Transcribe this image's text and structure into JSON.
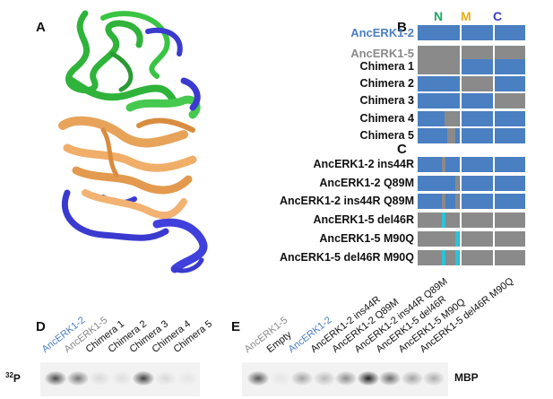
{
  "panels": {
    "a": "A",
    "b": "B",
    "c": "C",
    "d": "D",
    "e": "E"
  },
  "domains": [
    {
      "label": "N",
      "color": "#1aa56a"
    },
    {
      "label": "M",
      "color": "#e8b01c"
    },
    {
      "label": "C",
      "color": "#3a3acc"
    }
  ],
  "colors": {
    "erk2": "#4a7fc1",
    "erk5": "#8a8a8a",
    "mutation": "#29c4d8"
  },
  "rows_b": [
    {
      "label": "AncERK1-2",
      "style": "erk2",
      "segs": [
        "erk2",
        "erk2",
        "erk2"
      ]
    },
    {
      "label": "AncERK1-5",
      "style": "erk5",
      "segs": [
        "erk5",
        "erk5",
        "erk5"
      ]
    },
    {
      "label": "Chimera 1",
      "style": "plain",
      "segs": [
        "erk5",
        "erk2",
        "erk2"
      ]
    },
    {
      "label": "Chimera 2",
      "style": "plain",
      "segs": [
        "erk2",
        "erk5",
        "erk2"
      ]
    },
    {
      "label": "Chimera 3",
      "style": "plain",
      "segs": [
        "erk2",
        "erk2",
        "erk5"
      ]
    },
    {
      "label": "Chimera 4",
      "style": "plain",
      "segs": [
        "erk2",
        "erk2",
        "erk2"
      ],
      "patch": "erk5"
    },
    {
      "label": "Chimera 5",
      "style": "plain",
      "segs": [
        "erk2",
        "erk2",
        "erk2"
      ],
      "patch": "erk5-narrow"
    }
  ],
  "rows_c": [
    {
      "label": "AncERK1-2 ins44R",
      "base": "erk2",
      "marks": [
        "erk5-a"
      ]
    },
    {
      "label": "AncERK1-2 Q89M",
      "base": "erk2",
      "marks": [
        "erk5-b"
      ]
    },
    {
      "label": "AncERK1-2 ins44R Q89M",
      "base": "erk2",
      "marks": [
        "erk5-a",
        "erk5-b"
      ]
    },
    {
      "label": "AncERK1-5  del46R",
      "base": "erk5",
      "marks": [
        "cyan-a"
      ]
    },
    {
      "label": "AncERK1-5  M90Q",
      "base": "erk5",
      "marks": [
        "cyan-b"
      ]
    },
    {
      "label": "AncERK1-5 del46R M90Q",
      "base": "erk5",
      "marks": [
        "cyan-a",
        "cyan-b"
      ]
    }
  ],
  "gel_d": {
    "lanes": [
      {
        "label": "AncERK1-2",
        "style": "erk2"
      },
      {
        "label": "AncERK1-5",
        "style": "erk5"
      },
      {
        "label": "Chimera 1",
        "style": "plain"
      },
      {
        "label": "Chimera 2",
        "style": "plain"
      },
      {
        "label": "Chimera 3",
        "style": "plain"
      },
      {
        "label": "Chimera 4",
        "style": "plain"
      },
      {
        "label": "Chimera 5",
        "style": "plain"
      }
    ],
    "intensity": [
      0.75,
      0.55,
      0.1,
      0.08,
      0.8,
      0.1,
      0.05
    ],
    "tag": "32P"
  },
  "gel_e": {
    "lanes": [
      {
        "label": "AncERK1-5",
        "style": "erk5"
      },
      {
        "label": "Empty",
        "style": "plain"
      },
      {
        "label": "AncERK1-2",
        "style": "erk2"
      },
      {
        "label": "AncERK1-2 ins44R",
        "style": "plain"
      },
      {
        "label": "AncERK1-2 Q89M",
        "style": "plain"
      },
      {
        "label": "AncERK1-2 ins44R Q89M",
        "style": "plain"
      },
      {
        "label": "AncERK1-5  del46R",
        "style": "plain"
      },
      {
        "label": "AncERK1-5  M90Q",
        "style": "plain"
      },
      {
        "label": "AncERK1-5  del46R M90Q",
        "style": "plain"
      }
    ],
    "intensity": [
      0.7,
      0.05,
      0.35,
      0.25,
      0.45,
      0.95,
      0.6,
      0.35,
      0.3
    ],
    "tag": "MBP"
  }
}
